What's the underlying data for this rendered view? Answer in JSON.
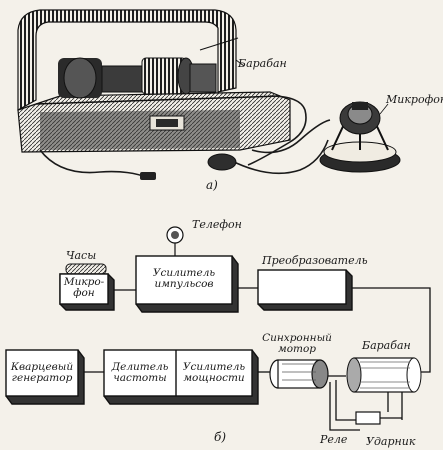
{
  "figure_a": {
    "caption": "а)",
    "labels": {
      "drum": "Барабан",
      "microphone": "Микрофон."
    }
  },
  "figure_b": {
    "caption": "б)",
    "labels": {
      "telephone": "Телефон",
      "clock": "Часы",
      "clock_microphone_line1": "Микро-",
      "clock_microphone_line2": "фон",
      "amplifier_pulses_line1": "Усилитель",
      "amplifier_pulses_line2": "импульсов",
      "converter": "Преобразователь",
      "quartz_line1": "Кварцевый",
      "quartz_line2": "генератор",
      "divider_line1": "Делитель",
      "divider_line2": "частоты",
      "power_amp_line1": "Усилитель",
      "power_amp_line2": "мощности",
      "sync_motor_line1": "Синхронный",
      "sync_motor_line2": "мотор",
      "drum": "Барабан",
      "relay": "Реле",
      "striker": "Ударник"
    }
  }
}
